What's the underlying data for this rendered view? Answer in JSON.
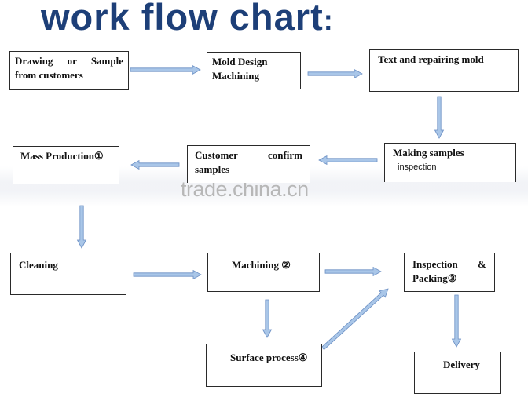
{
  "title": "work flow chart",
  "title_colon": ":",
  "watermark": "trade.china.cn",
  "nodes": {
    "drawing_sample": {
      "line1": "Drawing or Sample",
      "line2": "from customers"
    },
    "mold_design": {
      "line1": "Mold Design",
      "line2": "Machining"
    },
    "text_repair": {
      "line1": "Text and repairing mold"
    },
    "making_samples": {
      "line1": "Making samples",
      "line2": "inspection"
    },
    "customer_confirm": {
      "line1": "Customer confirm",
      "line2": "samples"
    },
    "mass_production": {
      "line1": "Mass Production①"
    },
    "cleaning": {
      "line1": "Cleaning"
    },
    "machining": {
      "line1": "Machining ②"
    },
    "inspection_packing": {
      "line1": "Inspection &",
      "line2": "Packing③"
    },
    "surface_process": {
      "line1": "Surface process④"
    },
    "delivery": {
      "line1": "Delivery"
    }
  },
  "colors": {
    "title": "#1d3f78",
    "arrow_fill": "#a9c6e8",
    "arrow_stroke": "#6b8fc4",
    "box_border": "#2a2a2a"
  }
}
